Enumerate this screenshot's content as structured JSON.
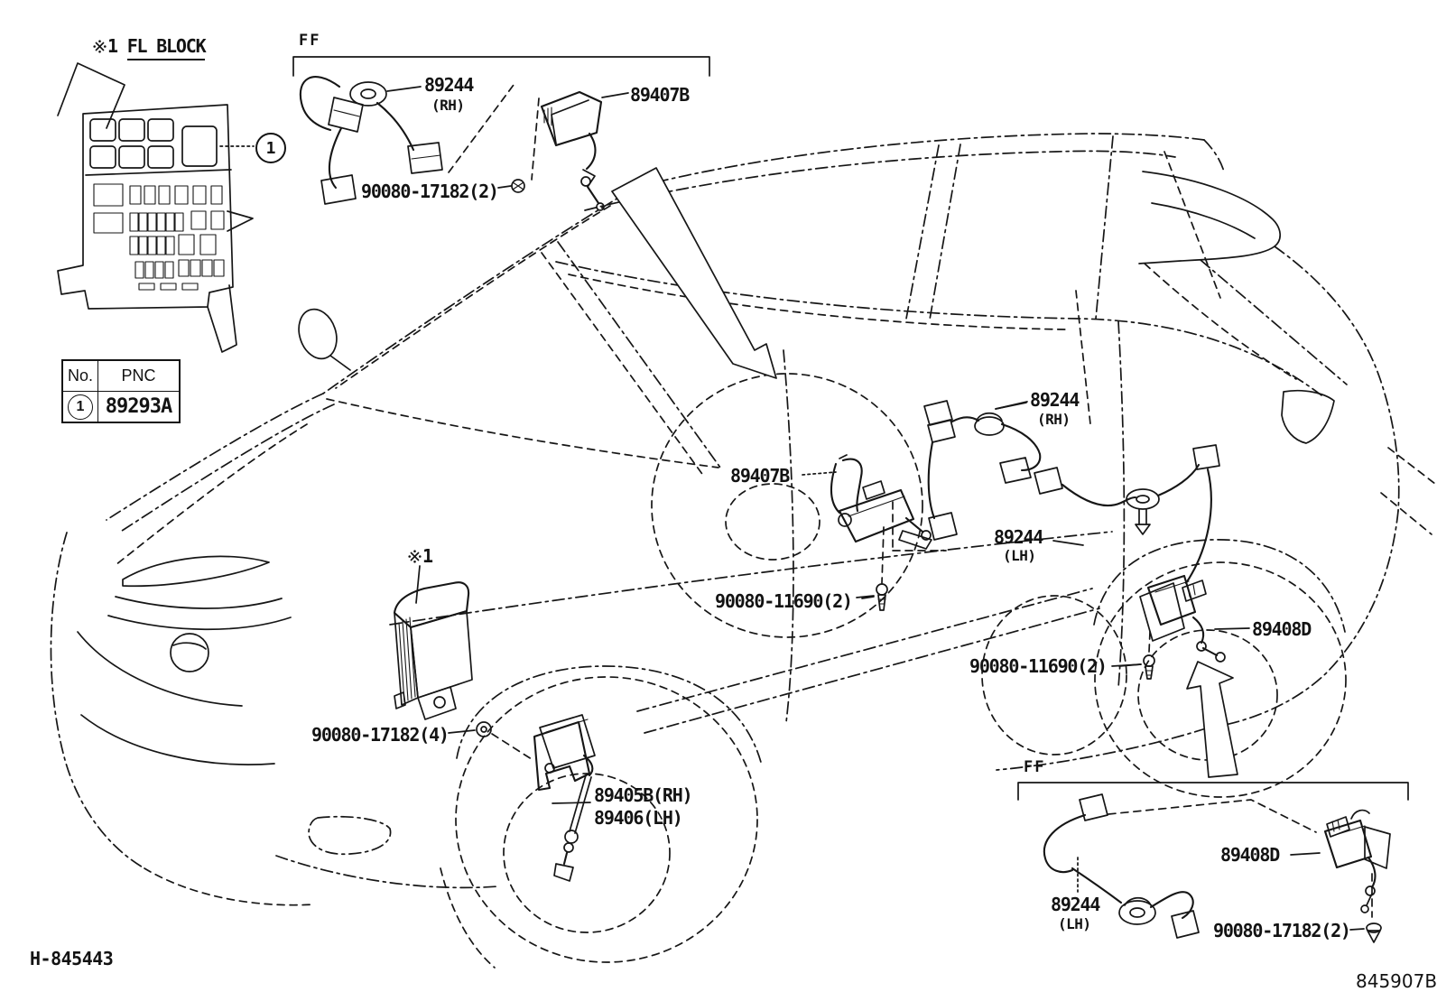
{
  "footer": {
    "drawing_no": "H-845443",
    "figure_no": "845907B"
  },
  "fuse_block": {
    "ref_no": "1",
    "name": "FL BLOCK"
  },
  "callout": {
    "no": "1"
  },
  "table": {
    "col_no": "No.",
    "col_pnc": "PNC",
    "row_no": "1",
    "row_pnc": "89293A"
  },
  "detail_boxes": {
    "front_tag": "FF",
    "rear_tag": "FF"
  },
  "labels": {
    "harness_front_detail": {
      "part": "89244",
      "side": "(RH)"
    },
    "sensor_front_detail": {
      "part": "89407B"
    },
    "bolt_front_detail": {
      "part": "90080-17182(2)"
    },
    "sensor_front_rh_car": {
      "part": "89407B"
    },
    "harness_rear_rh": {
      "part": "89244",
      "side": "(RH)"
    },
    "harness_rear_lh": {
      "part": "89244",
      "side": "(LH)"
    },
    "screw_front_car": {
      "part": "90080-11690(2)"
    },
    "screw_rear_car": {
      "part": "90080-11690(2)"
    },
    "sensor_rear_rh_car": {
      "part": "89408D"
    },
    "ecu_ref_no": "1",
    "ecu_bolt": {
      "part": "90080-17182(4)"
    },
    "front_sensor_rh": {
      "part": "89405B(RH)"
    },
    "front_sensor_lh": {
      "part": "89406(LH)"
    },
    "sensor_rear_detail": {
      "part": "89408D"
    },
    "harness_rear_detail": {
      "part": "89244",
      "side": "(LH)"
    },
    "bolt_rear_detail": {
      "part": "90080-17182(2)"
    }
  }
}
